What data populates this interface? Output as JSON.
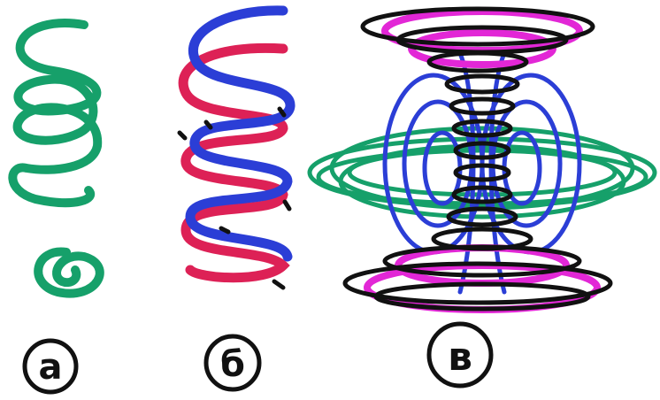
{
  "labels": {
    "a": "а",
    "b": "б",
    "c": "в"
  },
  "colors": {
    "green": "#16a06a",
    "blue": "#2b3ed6",
    "red": "#dd2156",
    "magenta": "#e227d6",
    "black": "#111111",
    "background": "#ffffff"
  },
  "figures": {
    "a": {
      "description_icon": "single-helix-icon",
      "color": "green"
    },
    "b": {
      "description_icon": "double-helix-icon",
      "colors": [
        "red",
        "blue"
      ]
    },
    "c": {
      "description_icon": "toroidal-vortex-icon",
      "colors": [
        "black",
        "magenta",
        "blue",
        "green"
      ]
    }
  }
}
